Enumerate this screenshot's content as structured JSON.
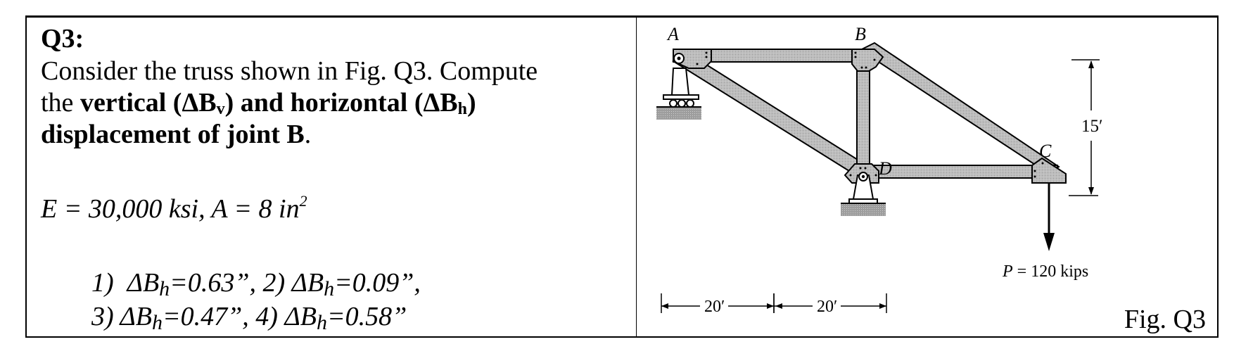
{
  "question": {
    "title": "Q3:",
    "line1": "Consider the truss shown in Fig. Q3. Compute",
    "line2_prefix": "the ",
    "line2_bold_a": "vertical (ΔB",
    "line2_sub_v": "v",
    "line2_bold_b": ") and horizontal (ΔB",
    "line2_sub_h": "h",
    "line2_bold_c": ")",
    "line3_bold": "displacement of joint B",
    "line3_end": "."
  },
  "given": {
    "text": "E = 30,000 ksi, A = 8 in",
    "exponent": "2"
  },
  "answers": [
    {
      "num": "1)",
      "symbol": "ΔB",
      "sub": "h",
      "value": "=0.63”"
    },
    {
      "num": "2)",
      "symbol": "ΔB",
      "sub": "h",
      "value": "=0.09”"
    },
    {
      "num": "3)",
      "symbol": "ΔB",
      "sub": "h",
      "value": "=0.47”"
    },
    {
      "num": "4)",
      "symbol": "ΔB",
      "sub": "h",
      "value": "=0.58”"
    }
  ],
  "figure": {
    "caption": "Fig. Q3",
    "joints": {
      "A": "A",
      "B": "B",
      "C": "C",
      "D": "D"
    },
    "load_label": "P = 120 kips",
    "load_symbol": "P",
    "load_value": " = 120 kips",
    "height_dim": "15′",
    "span_dims": [
      "20′",
      "20′"
    ],
    "member_color": "#b8b8b8",
    "member_dark": "#8a8a8a"
  }
}
